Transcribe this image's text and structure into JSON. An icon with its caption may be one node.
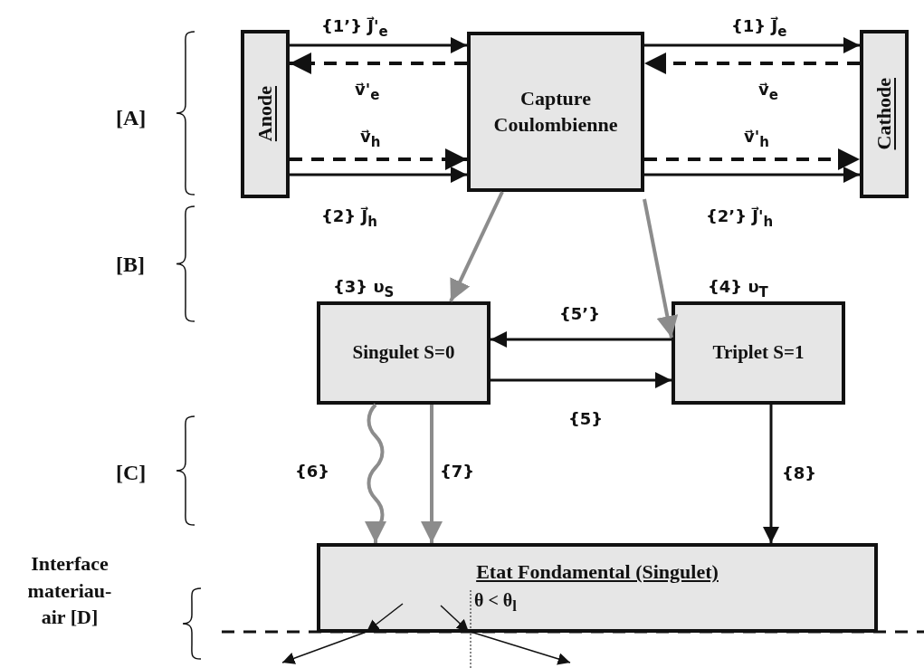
{
  "diagram": {
    "nodes": [
      {
        "text": [
          "Anode"
        ]
      },
      {
        "text": [
          "Capture Coulombienne"
        ]
      },
      {
        "text": [
          "Cathode"
        ]
      },
      {
        "text": [
          "Singulet S=0"
        ]
      },
      {
        "text": [
          "Triplet S=1"
        ]
      },
      {
        "text": [
          "Etat Fondamental (Singulet)"
        ]
      }
    ],
    "edges": [
      {
        "from": 0,
        "to": 1,
        "arrow": "to",
        "label": "{1’} J⃗'$_{e}$"
      },
      {
        "from": 1,
        "to": 0,
        "arrow": "to",
        "label": "v⃗'$_{e}$",
        "style": "dashed"
      },
      {
        "from": 0,
        "to": 1,
        "arrow": "to",
        "label": "v⃗$_{h}$",
        "style": "dashed"
      },
      {
        "from": 0,
        "to": 1,
        "arrow": "to",
        "label": "{2} J⃗$_{h}$"
      },
      {
        "from": 1,
        "to": 2,
        "arrow": "to",
        "label": "{1} J⃗$_{e}$"
      },
      {
        "from": 2,
        "to": 1,
        "arrow": "to",
        "label": "v⃗$_{e}$",
        "style": "dashed"
      },
      {
        "from": 1,
        "to": 2,
        "arrow": "to",
        "label": "v⃗'$_{h}$",
        "style": "dashed"
      },
      {
        "from": 1,
        "to": 2,
        "arrow": "to",
        "label": "{2’} J⃗'$_{h}$"
      },
      {
        "from": 1,
        "to": 3,
        "arrow": "to",
        "label": "{3} υ$_{S}$",
        "color": "#8c8c8c"
      },
      {
        "from": 1,
        "to": 4,
        "arrow": "to",
        "label": "{4} υ$_{T}$",
        "color": "#8c8c8c"
      },
      {
        "from": 4,
        "to": 3,
        "arrow": "to",
        "label": "{5’}"
      },
      {
        "from": 3,
        "to": 4,
        "arrow": "to",
        "label": "{5}"
      },
      {
        "from": 3,
        "to": 5,
        "arrow": "to",
        "label": "{6}",
        "color": "#8c8c8c"
      },
      {
        "from": 3,
        "to": 5,
        "arrow": "to",
        "label": "{7}",
        "color": "#8c8c8c"
      },
      {
        "from": 4,
        "to": 5,
        "arrow": "to",
        "label": "{8}"
      }
    ],
    "labels": [
      "[A]",
      "[B]",
      "[C]",
      "Interface materiau-air [D]",
      "θ < θ$_{l}$"
    ]
  }
}
